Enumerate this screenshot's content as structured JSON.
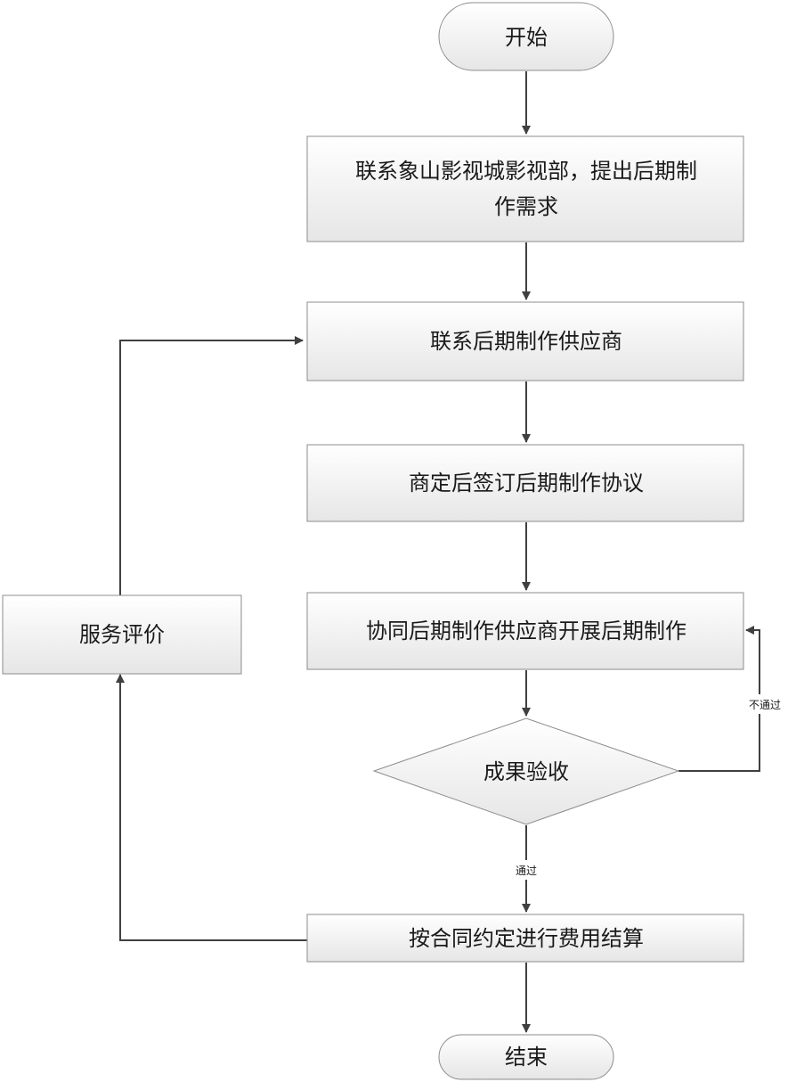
{
  "nodes": {
    "start": "开始",
    "contact_department_line1": "联系象山影视城影视部，提出后期制",
    "contact_department_line2": "作需求",
    "contact_supplier": "联系后期制作供应商",
    "sign_agreement": "商定后签订后期制作协议",
    "production": "协同后期制作供应商开展后期制作",
    "acceptance": "成果验收",
    "settlement": "按合同约定进行费用结算",
    "evaluation": "服务评价",
    "end": "结束"
  },
  "edges": {
    "fail_label": "不通过",
    "pass_label": "通过"
  }
}
